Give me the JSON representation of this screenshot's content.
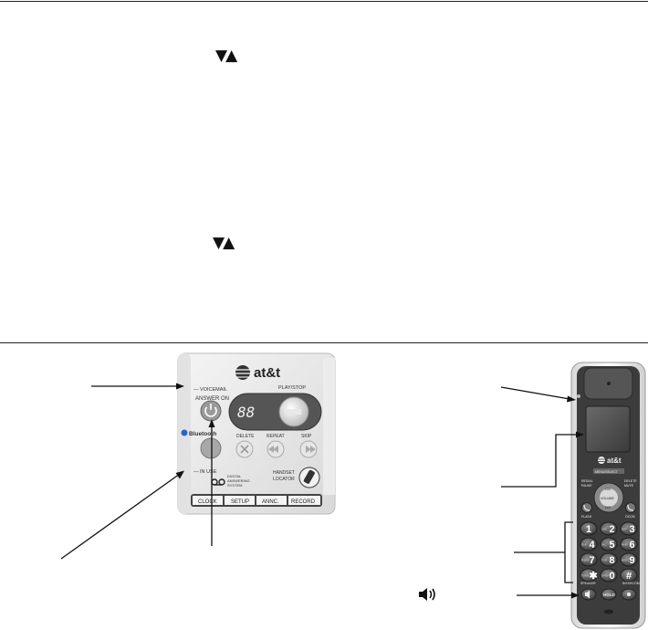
{
  "nav_arrows": "▼▲",
  "speaker_icon": "speaker-icon",
  "base": {
    "brand": "at&t",
    "voicemail": "— VOICEMAIL",
    "answer_on": "ANSWER ON",
    "play_stop": "PLAY/STOP",
    "display": "88",
    "bluetooth": "Bluetooth",
    "delete": "DELETE",
    "repeat": "REPEAT",
    "skip": "SKIP",
    "in_use": "— IN USE",
    "handset_locator": [
      "HANDSET",
      "LOCATOR"
    ],
    "system_name": [
      "DIGITAL",
      "ANSWERING",
      "SYSTEM"
    ],
    "buttons": [
      "CLOCK",
      "SETUP",
      "ANNC.",
      "RECORD"
    ]
  },
  "handset": {
    "brand": "at&t",
    "menu": "MENU/SELECT",
    "redial": [
      "REDIAL",
      "PAUSE"
    ],
    "delete": [
      "DELETE",
      "MUTE"
    ],
    "cid": "CID",
    "dir": "DIR",
    "volume": "VOLUME",
    "flash": "FLASH",
    "ocon": "OCON",
    "speaker": "SPEAKER",
    "intercom": "INTERCOM",
    "keys": [
      {
        "num": "1",
        "letters": ""
      },
      {
        "num": "2",
        "letters": "ABC"
      },
      {
        "num": "3",
        "letters": "DEF"
      },
      {
        "num": "4",
        "letters": "GHI"
      },
      {
        "num": "5",
        "letters": "JKL"
      },
      {
        "num": "6",
        "letters": "MNO"
      },
      {
        "num": "7",
        "letters": "PQRS"
      },
      {
        "num": "8",
        "letters": "TUV"
      },
      {
        "num": "9",
        "letters": "WXYZ"
      },
      {
        "num": "✱",
        "letters": "TONE"
      },
      {
        "num": "0",
        "letters": "OPER"
      },
      {
        "num": "#",
        "letters": ""
      }
    ],
    "hold": "HOLD"
  }
}
